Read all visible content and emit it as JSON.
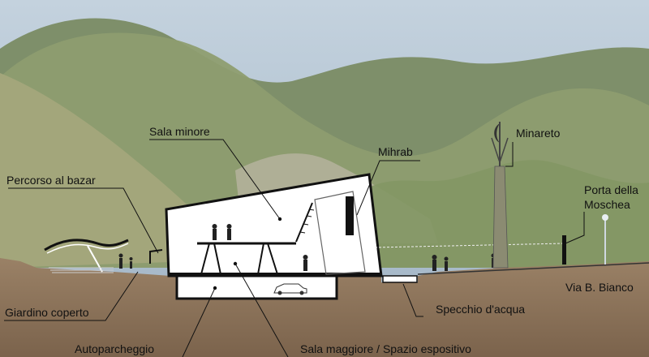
{
  "labels": {
    "sala_minore": "Sala minore",
    "mihrab": "Mihrab",
    "minareto": "Minareto",
    "percorso_bazar": "Percorso al bazar",
    "porta_line1": "Porta della",
    "porta_line2": "Moschea",
    "via": "Via B. Bianco",
    "giardino": "Giardino coperto",
    "specchio": "Specchio d'acqua",
    "autoparcheggio": "Autoparcheggio",
    "sala_maggiore": "Sala maggiore / Spazio espositivo"
  },
  "colors": {
    "sky": "#a8bccd",
    "mountain_far": "#7f906a",
    "mountain_near": "#95a275",
    "ground": "#8a7158",
    "building_fill": "#ffffff",
    "outline": "#111111"
  }
}
